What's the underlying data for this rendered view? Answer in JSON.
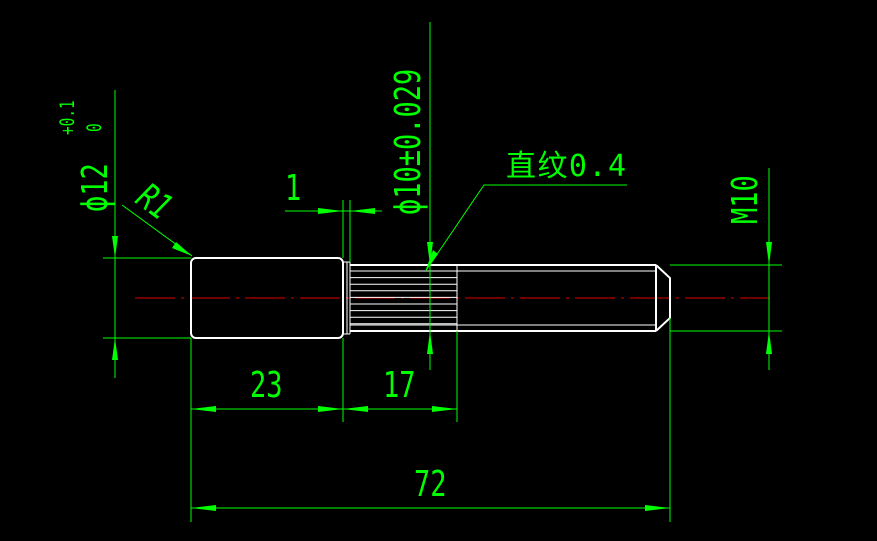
{
  "drawing": {
    "background": "#000000",
    "dimension_color": "#00ff00",
    "outline_color": "#ffffff",
    "centerline_color": "#e00000",
    "dimensions": {
      "dia12": {
        "symbol": "ϕ",
        "value": "12",
        "upper_tol": "+0.1",
        "lower_tol": "0"
      },
      "radius": "R1",
      "neck_width": "1",
      "dia10": "ϕ10±0.029",
      "knurl_note": "直纹0.4",
      "thread": "M10",
      "len_23": "23",
      "len_17": "17",
      "len_72": "72"
    }
  }
}
